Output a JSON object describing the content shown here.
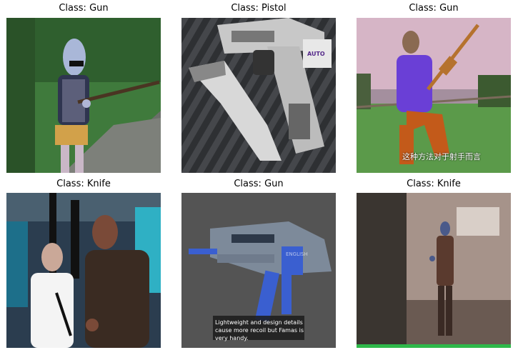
{
  "figure": {
    "panels": [
      {
        "title": "Class: Gun"
      },
      {
        "title": "Class: Pistol",
        "overlay_text": "AUTO"
      },
      {
        "title": "Class: Gun",
        "overlay_text": "这种方法对于射手而言"
      },
      {
        "title": "Class: Knife"
      },
      {
        "title": "Class: Gun",
        "overlay_text": "Lightweight and design details cause more recoil but Famas is very handy.",
        "watermark": "ENGLISH"
      },
      {
        "title": "Class: Knife"
      }
    ]
  }
}
